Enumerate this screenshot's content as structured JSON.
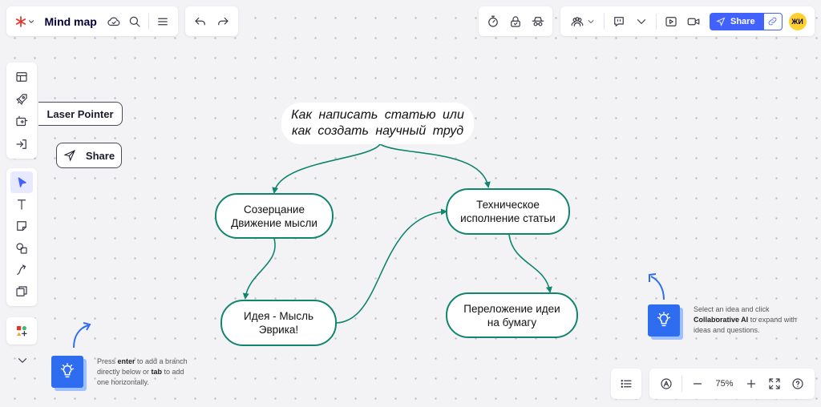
{
  "app": {
    "board_title": "Mind map",
    "colors": {
      "accent": "#4262ff",
      "node_border": "#12856f",
      "avatar": "#ffd02f",
      "hint_blue": "#2f6df0"
    }
  },
  "toolbar_top": {
    "share_label": "Share",
    "avatar_initials": "ЖИ",
    "icons": [
      "logo-icon",
      "cloud-icon",
      "search-icon",
      "menu-icon",
      "undo-icon",
      "redo-icon",
      "timer-icon",
      "lock-icon",
      "incognito-icon",
      "people-icon",
      "comment-icon",
      "present-icon",
      "video-icon",
      "link-icon"
    ]
  },
  "left_toolbar": {
    "icons": [
      "templates-icon",
      "rocket-icon",
      "frame-icon",
      "import-icon",
      "select-icon",
      "text-icon",
      "sticky-note-icon",
      "shapes-icon",
      "connector-icon",
      "pen-frame-icon",
      "apps-icon"
    ]
  },
  "floating": {
    "laser_pointer": "Laser Pointer",
    "share": "Share"
  },
  "mind_map": {
    "root": {
      "line1": "Как написать статью или",
      "line2": "как создать научный труд"
    },
    "nodes": [
      {
        "id": "contemplation",
        "line1": "Созерцание",
        "line2": "Движение мысли"
      },
      {
        "id": "idea",
        "line1": "Идея - Мысль",
        "line2": "Эврика!"
      },
      {
        "id": "technical",
        "line1": "Техническое",
        "line2": "исполнение статьи"
      },
      {
        "id": "transfer",
        "line1": "Переложение идеи",
        "line2": "на бумагу"
      }
    ]
  },
  "hints": {
    "left": {
      "p1": "Press ",
      "b1": "enter",
      "p2": " to add a branch directly below or ",
      "b2": "tab",
      "p3": " to add one horizontally."
    },
    "right": {
      "p1": "Select an idea and click ",
      "b1": "Collaborative AI",
      "p2": " to expand with ideas and questions."
    }
  },
  "zoom": {
    "value": "75%"
  }
}
